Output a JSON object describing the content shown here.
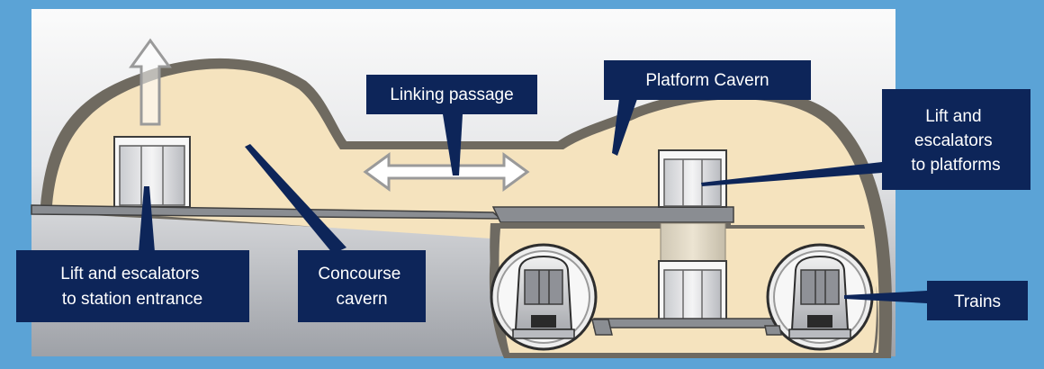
{
  "labels": {
    "linking_passage": "Linking passage",
    "platform_cavern": "Platform Cavern",
    "lift_platforms": [
      "Lift and",
      "escalators",
      "to platforms"
    ],
    "lift_entrance": [
      "Lift and escalators",
      "to station entrance"
    ],
    "concourse": [
      "Concourse",
      "cavern"
    ],
    "trains": "Trains"
  },
  "colors": {
    "background": "#5ba3d6",
    "label_box": "#0d2559",
    "label_text": "#ffffff",
    "cavern_fill": "#f5e3be",
    "rock_top": "#f2f2f2",
    "rock_bottom": "#9fa2a8",
    "floor": "#8a8d92"
  }
}
